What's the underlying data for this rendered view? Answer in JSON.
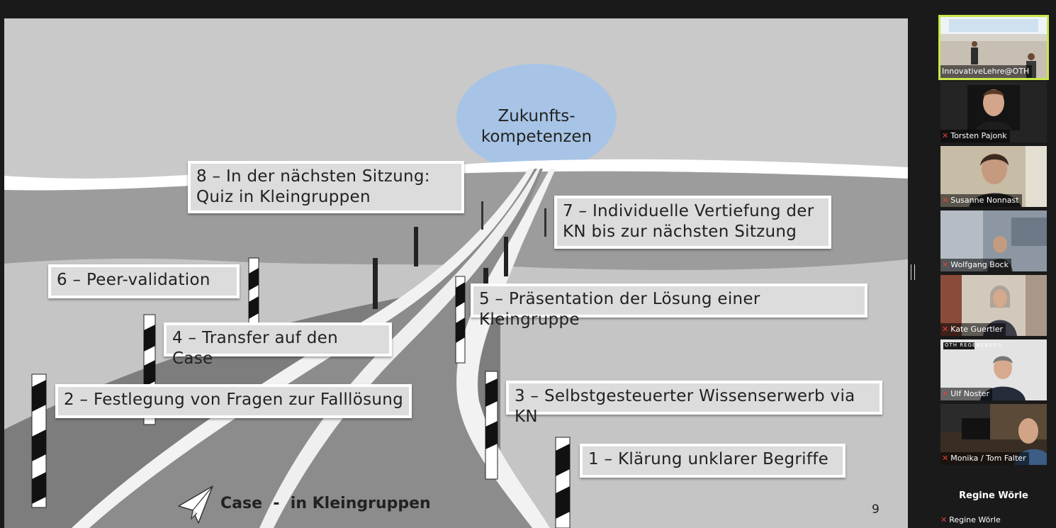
{
  "slide": {
    "sun_text_line1": "Zukunfts-",
    "sun_text_line2": "kompetenzen",
    "steps": {
      "s8_line1": "8 – In der nächsten Sitzung:",
      "s8_line2": "Quiz in Kleingruppen",
      "s7_line1": "7 – Individuelle Vertiefung der",
      "s7_line2": "KN bis zur nächsten Sitzung",
      "s6": "6 – Peer-validation",
      "s5": "5 – Präsentation der Lösung einer Kleingruppe",
      "s4": "4 – Transfer auf den Case",
      "s3": "3 – Selbstgesteuerter Wissenserwerb via KN",
      "s2": "2 – Festlegung von Fragen zur Falllösung",
      "s1": "1 – Klärung unklarer Begriffe"
    },
    "case_title": "Case  -  in Kleingruppen",
    "page_number": "9",
    "colors": {
      "sun": "#a7c4e6",
      "road": "#8a8a8a",
      "background": "#c9c9c9"
    }
  },
  "participants": [
    {
      "name": "InnovativeLehre@OTH",
      "muted": false,
      "active": true,
      "icon": "video-feed"
    },
    {
      "name": "Torsten Pajonk",
      "muted": true,
      "icon": "muted-mic-icon"
    },
    {
      "name": "Susanne Nonnast",
      "muted": true,
      "icon": "muted-mic-icon"
    },
    {
      "name": "Wolfgang Bock",
      "muted": true,
      "icon": "muted-mic-icon"
    },
    {
      "name": "Kate Guertler",
      "muted": true,
      "icon": "muted-mic-icon"
    },
    {
      "name": "Ulf Noster",
      "muted": true,
      "icon": "muted-mic-icon"
    },
    {
      "name": "Monika / Tom Falter",
      "muted": true,
      "icon": "muted-mic-icon"
    }
  ],
  "video_off_participant": {
    "display_name": "Regine Wörle",
    "label": "Regine Wörle"
  },
  "logo_text": "OTH REGENSBURG"
}
